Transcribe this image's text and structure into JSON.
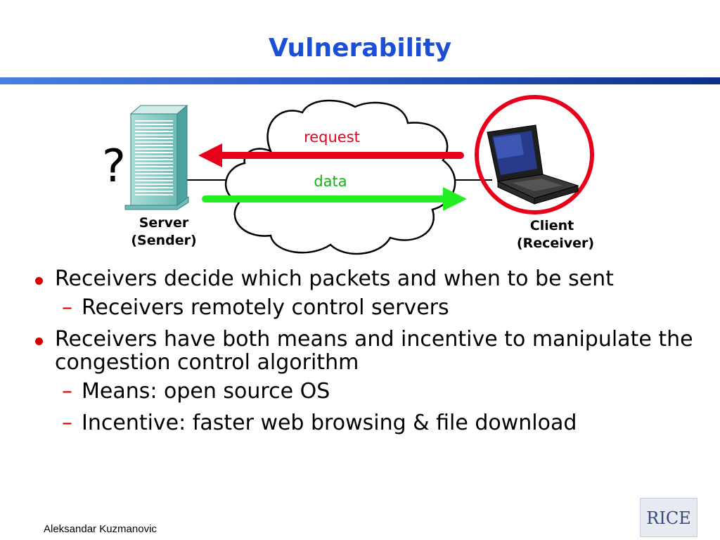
{
  "slide": {
    "title": "Vulnerability"
  },
  "diagram": {
    "question_mark": "?",
    "arrow_top_label": "request",
    "arrow_bottom_label": "data",
    "server_label_line1": "Server",
    "server_label_line2": "(Sender)",
    "client_label_line1": "Client",
    "client_label_line2": "(Receiver)",
    "colors": {
      "request_arrow": "#e8001a",
      "data_arrow": "#22ee22",
      "circle": "#e8001a",
      "request_text": "#e8001a",
      "data_text": "#18b018"
    }
  },
  "bullets": [
    {
      "text": "Receivers decide which packets and when to be sent",
      "sub": [
        "Receivers remotely control servers"
      ]
    },
    {
      "text": "Receivers have both means and incentive to manipulate the congestion control algorithm",
      "sub": [
        "Means: open source OS",
        "Incentive: faster web browsing & file download"
      ]
    }
  ],
  "footer": {
    "author": "Aleksandar Kuzmanovic"
  },
  "logo": {
    "text": "RICE"
  }
}
